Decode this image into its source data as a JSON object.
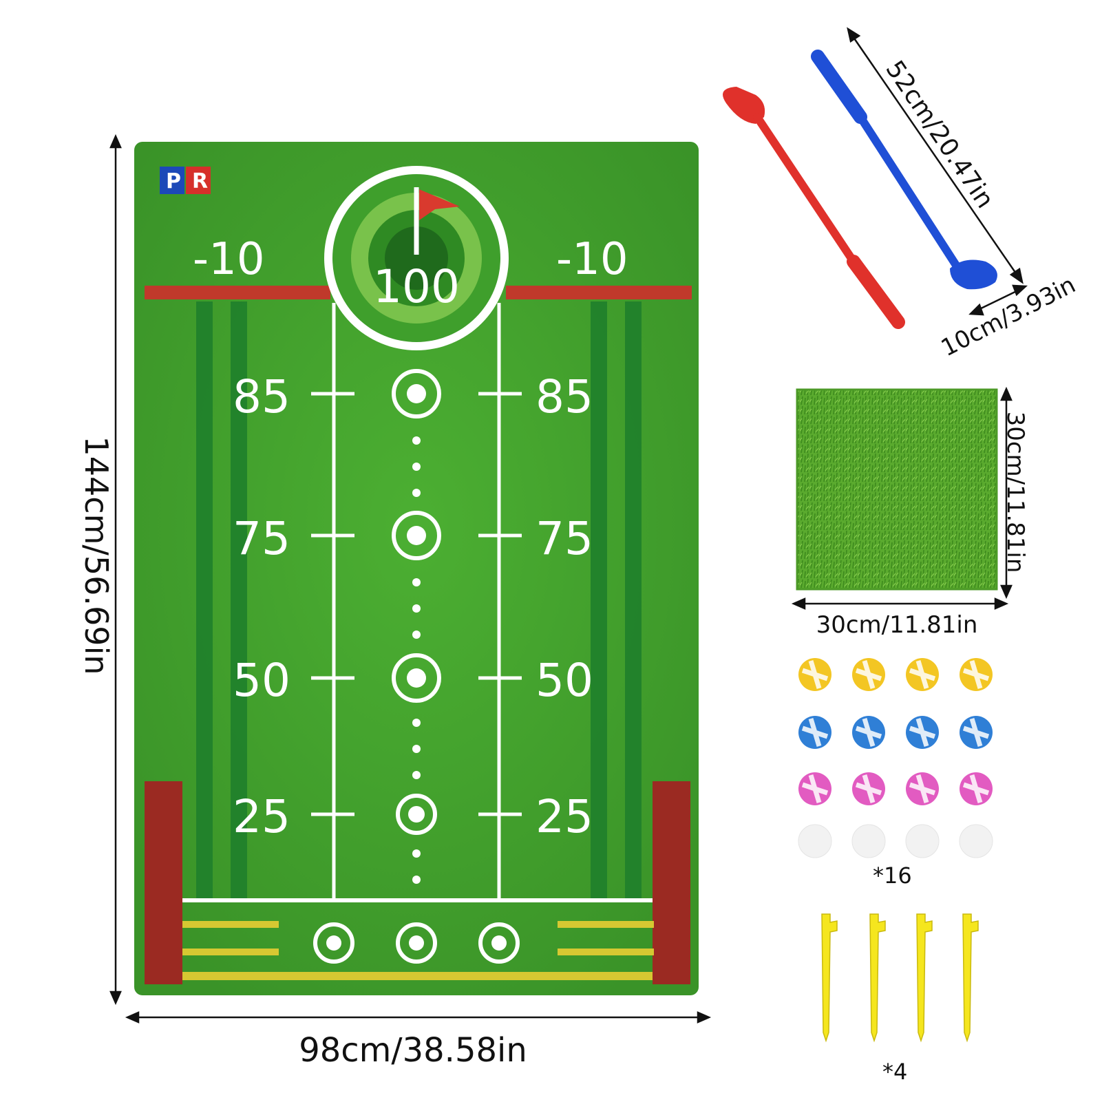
{
  "mat": {
    "logo": "PR",
    "top_left_score": "-10",
    "top_right_score": "-10",
    "center_score": "100",
    "row_scores": [
      "85",
      "75",
      "50",
      "25"
    ],
    "colors": {
      "grass": "#3f9f2c",
      "grass_dark": "#2f8a23",
      "stripe": "#1e7a2b",
      "red_line": "#c0392b",
      "side_block": "#9b2a22",
      "yellow_line": "#d6c832",
      "white": "#ffffff"
    }
  },
  "dimensions": {
    "mat_height": "144cm/56.69in",
    "mat_width": "98cm/38.58in",
    "club_length": "52cm/20.47in",
    "club_head": "10cm/3.93in",
    "turf_height": "30cm/11.81in",
    "turf_width": "30cm/11.81in"
  },
  "accessories": {
    "balls_count": "*16",
    "tees_count": "*4",
    "ball_colors": [
      "#f3c623",
      "#2f7fd6",
      "#e25bc1",
      "#f2f2f2"
    ],
    "club_colors": [
      "#e0312b",
      "#1f4fd6"
    ],
    "tee_color": "#f5e61e",
    "turf_color": "#5aaa2e"
  }
}
